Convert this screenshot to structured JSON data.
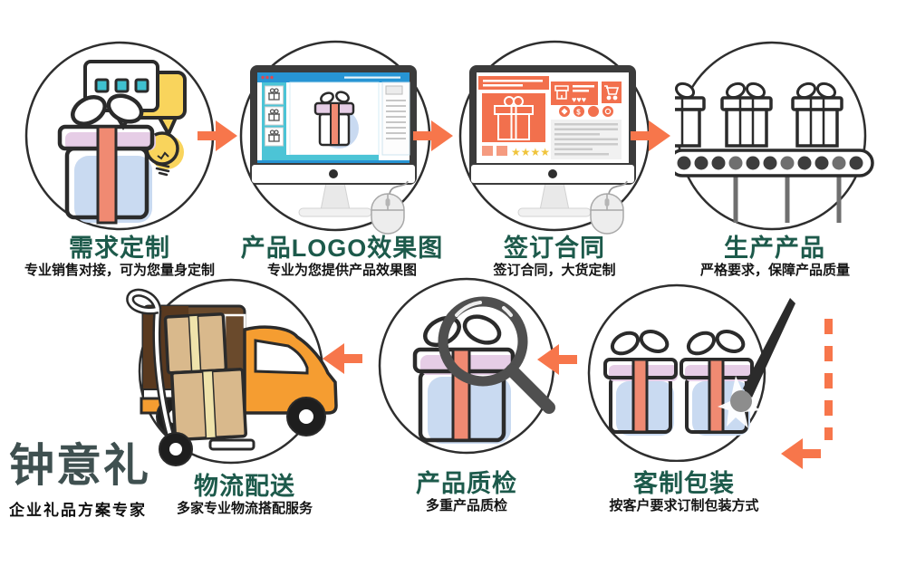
{
  "brand": {
    "name": "钟意礼",
    "tagline": "企业礼品方案专家"
  },
  "steps": [
    {
      "title": "需求定制",
      "subtitle": "专业销售对接，可为您量身定制",
      "icon": "gift-chat-idea-icon"
    },
    {
      "title": "产品LOGO效果图",
      "subtitle": "专业为您提供产品效果图",
      "icon": "monitor-design-app-icon"
    },
    {
      "title": "签订合同",
      "subtitle": "签订合同，大货定制",
      "icon": "monitor-ecommerce-icon"
    },
    {
      "title": "生产产品",
      "subtitle": "严格要求，保障产品质量",
      "icon": "conveyor-gifts-icon"
    },
    {
      "title": "客制包装",
      "subtitle": "按客户要求订制包装方式",
      "icon": "gifts-paintbrush-icon"
    },
    {
      "title": "产品质检",
      "subtitle": "多重产品质检",
      "icon": "gift-magnifier-icon"
    },
    {
      "title": "物流配送",
      "subtitle": "多家专业物流搭配服务",
      "icon": "delivery-truck-icon"
    }
  ],
  "connectors": {
    "top_row": "orange-right-arrows",
    "bottom_row": "orange-left-arrows",
    "right_side": "orange-dashed-vertical-line-with-left-arrow"
  },
  "decor": {
    "stars": "★★★★★",
    "hearts": "♥♥♥"
  },
  "colors": {
    "accent_orange": "#F7764B",
    "title_green": "#1D5A4B",
    "brand_dark": "#3F5050",
    "teal": "#3FC0CF",
    "idea_yellow": "#F9D45C",
    "gift_blue": "#C9DAF1",
    "lid_pink": "#E6CDE6",
    "ribbon_salmon": "#F08A72",
    "truck_orange": "#F59D31",
    "cargo_brown": "#6A4A2C",
    "shop_orange": "#F2704D",
    "app_blue": "#2795D4",
    "sidebar_teal": "#4CC4D6",
    "outline_dark": "#2B2B2B"
  }
}
